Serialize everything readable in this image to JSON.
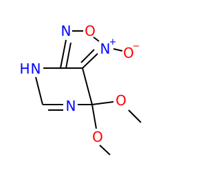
{
  "molecule": {
    "atoms": {
      "n_furazan": "N",
      "o_furazan": "O",
      "n_oxide": "N",
      "n_oxide_charge": "+",
      "o_oxide": "O",
      "o_oxide_charge": "−",
      "nh_h": "H",
      "nh_n": "N",
      "n_pyrimidine": "N",
      "o_methoxy_1": "O",
      "o_methoxy_2": "O"
    },
    "colors": {
      "nitrogen": "#0000ff",
      "oxygen": "#ff0000",
      "bond": "#000000",
      "background": "#ffffff"
    }
  }
}
